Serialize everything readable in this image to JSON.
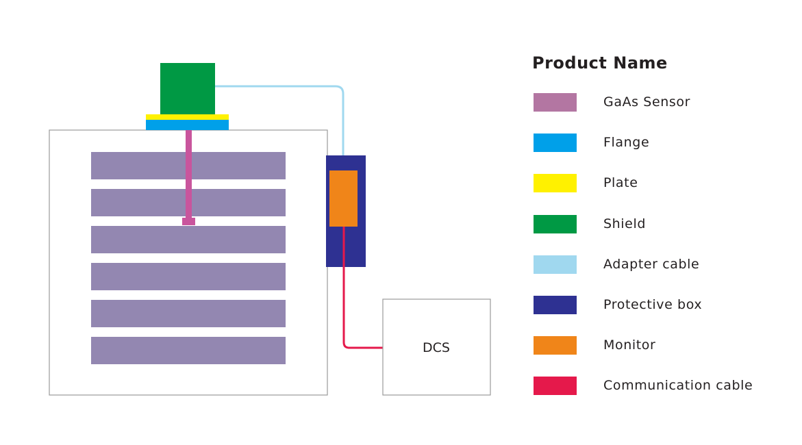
{
  "legend": {
    "title": "Product Name",
    "items": [
      {
        "key": "gaas_sensor",
        "label": "GaAs Sensor",
        "color": "#b376a2"
      },
      {
        "key": "flange",
        "label": "Flange",
        "color": "#00a0e9"
      },
      {
        "key": "plate",
        "label": "Plate",
        "color": "#fff100"
      },
      {
        "key": "shield",
        "label": "Shield",
        "color": "#009944"
      },
      {
        "key": "adapter_cable",
        "label": "Adapter cable",
        "color": "#a0d8ef"
      },
      {
        "key": "protective_box",
        "label": "Protective box",
        "color": "#2e3192"
      },
      {
        "key": "monitor",
        "label": "Monitor",
        "color": "#f08519"
      },
      {
        "key": "communication_cable",
        "label": "Communication cable",
        "color": "#e5194b"
      }
    ]
  },
  "diagram": {
    "dcs_label": "DCS",
    "tray_count": 6,
    "colors": {
      "tray": "#9387b1",
      "sensor_rod": "#c9559d",
      "vessel_border": "#9a9a9a"
    }
  }
}
